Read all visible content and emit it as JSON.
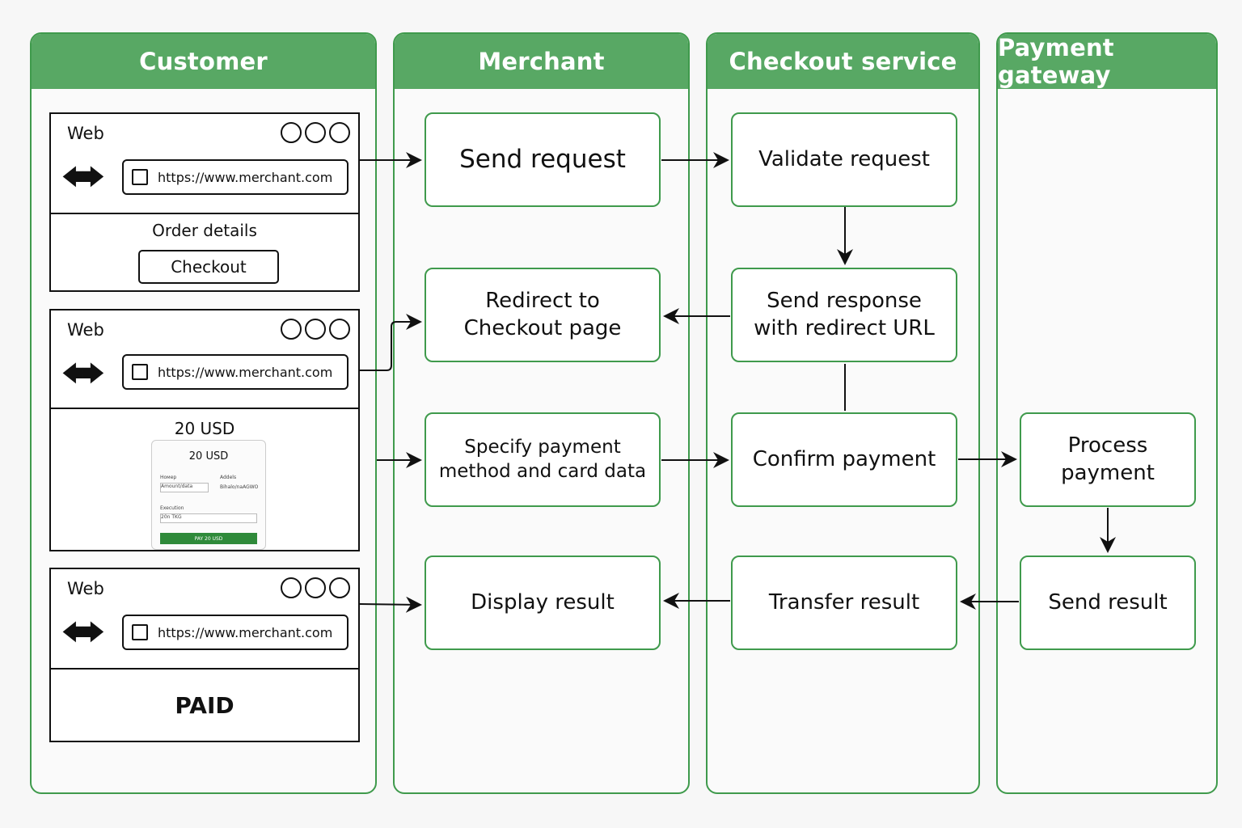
{
  "lanes": {
    "customer": "Customer",
    "merchant": "Merchant",
    "checkout": "Checkout service",
    "gateway": "Payment gateway"
  },
  "browser1": {
    "web": "Web",
    "url": "https://www.merchant.com",
    "order_details": "Order details",
    "checkout_button": "Checkout"
  },
  "browser2": {
    "web": "Web",
    "url": "https://www.merchant.com",
    "amount": "20 USD",
    "card_form": {
      "amount": "20 USD",
      "field1_label": "Номер",
      "field1_value": "Amount/data",
      "field2_label": "Addels",
      "field2_value": "Bihalo/naAGWO",
      "field3_label": "Execution",
      "field3_value": "20n  TKG",
      "pay_button": "PAY 20 USD"
    }
  },
  "browser3": {
    "web": "Web",
    "url": "https://www.merchant.com",
    "status": "PAID"
  },
  "steps": {
    "send_request": "Send request",
    "redirect": "Redirect to\nCheckout page",
    "specify_payment": "Specify payment\nmethod and card data",
    "display_result": "Display result",
    "validate_request": "Validate request",
    "send_response": "Send response\nwith redirect URL",
    "confirm_payment": "Confirm payment",
    "transfer_result": "Transfer result",
    "process_payment": "Process\npayment",
    "send_result": "Send result"
  },
  "colors": {
    "lane_header": "#58a864",
    "border": "#3f9a4c"
  }
}
